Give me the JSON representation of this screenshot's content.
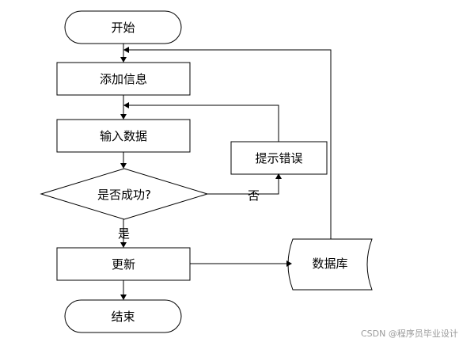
{
  "nodes": {
    "start": "开始",
    "add_info": "添加信息",
    "input_data": "输入数据",
    "decision": "是否成功?",
    "error": "提示错误",
    "update": "更新",
    "database": "数据库",
    "end": "结束"
  },
  "edges": {
    "no": "否",
    "yes": "是"
  },
  "watermark": "CSDN @程序员毕业设计"
}
